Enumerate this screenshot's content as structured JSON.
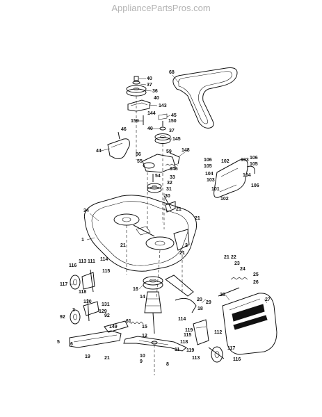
{
  "watermark": "AppliancePartsPros.com",
  "diagram": {
    "callouts": [
      "68",
      "40",
      "37",
      "36",
      "40",
      "143",
      "144",
      "159",
      "45",
      "150",
      "40",
      "37",
      "145",
      "46",
      "44",
      "148",
      "56",
      "59",
      "55",
      "146",
      "54",
      "33",
      "32",
      "31",
      "30",
      "106",
      "105",
      "102",
      "103",
      "106",
      "105",
      "104",
      "103",
      "104",
      "101",
      "106",
      "102",
      "34",
      "21",
      "21",
      "1",
      "2",
      "21",
      "21",
      "21",
      "22",
      "23",
      "24",
      "25",
      "26",
      "27",
      "28",
      "29",
      "116",
      "113",
      "111",
      "114",
      "115",
      "117",
      "118",
      "16",
      "14",
      "20",
      "18",
      "114",
      "119",
      "130",
      "131",
      "3",
      "129",
      "92",
      "92",
      "61",
      "15",
      "149",
      "12",
      "11",
      "115",
      "112",
      "118",
      "119",
      "113",
      "117",
      "116",
      "10",
      "9",
      "8",
      "5",
      "6",
      "19",
      "21"
    ]
  }
}
